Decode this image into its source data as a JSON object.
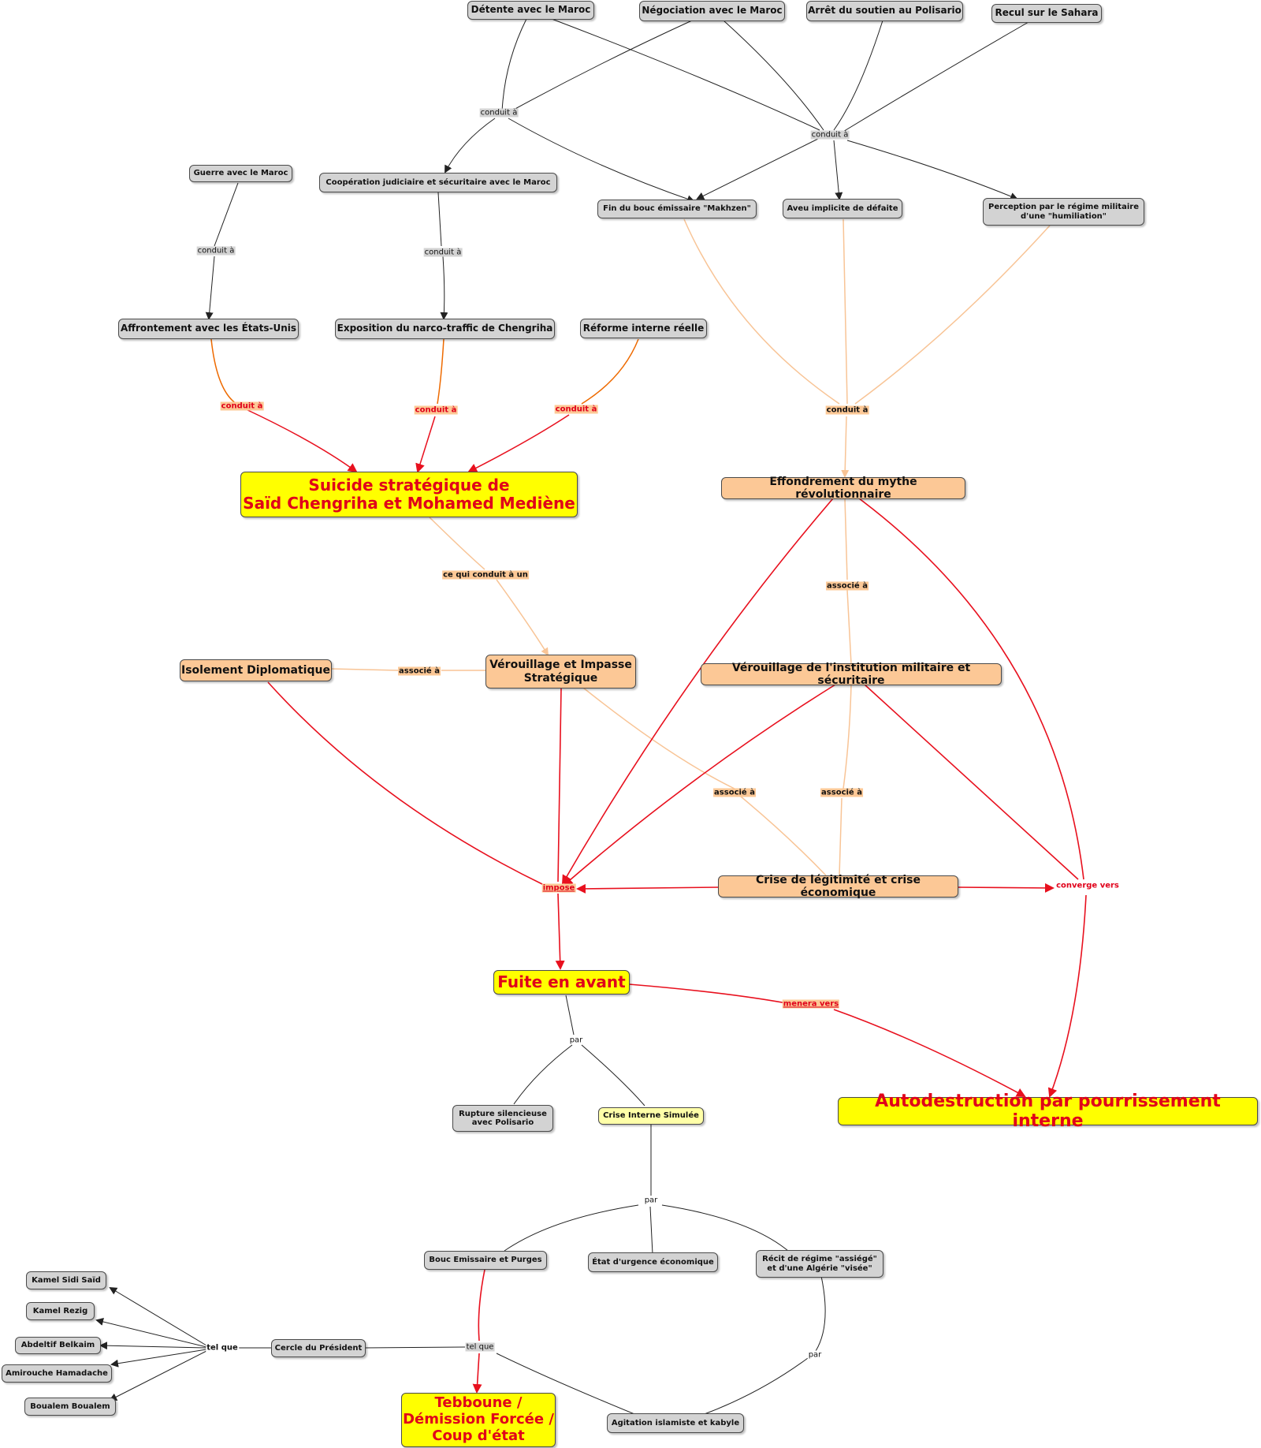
{
  "nodes": {
    "detente": "Détente avec le Maroc",
    "negociation": "Négociation avec le Maroc",
    "arret": "Arrêt du soutien au Polisario",
    "recul": "Recul sur le Sahara",
    "guerre": "Guerre avec le Maroc",
    "cooperation": "Coopération judiciaire et sécuritaire avec le Maroc",
    "fin_bouc": "Fin du bouc émissaire \"Makhzen\"",
    "aveu": "Aveu implicite de défaite",
    "perception": "Perception par le régime militaire\nd'une \"humiliation\"",
    "affrontement": "Affrontement avec les États-Unis",
    "exposition": "Exposition du narco-traffic de Chengriha",
    "reforme": "Réforme interne réelle",
    "suicide": "Suicide stratégique de\nSaïd Chengriha et Mohamed Mediène",
    "effondrement": "Effondrement du mythe révolutionnaire",
    "isolement": "Isolement Diplomatique",
    "verrouillage_impasse": "Vérouillage et Impasse\nStratégique",
    "verrouillage_institution": "Vérouillage de l'institution militaire et sécuritaire",
    "crise_legitimite": "Crise de légitimité et crise économique",
    "fuite": "Fuite en avant",
    "autodestruction": "Autodestruction par pourrissement interne",
    "rupture": "Rupture silencieuse\navec Polisario",
    "crise_simulee": "Crise Interne Simulée",
    "bouc_purges": "Bouc Emissaire et Purges",
    "etat_urgence": "État d'urgence économique",
    "recit": "Récit de régime \"assiégé\"\net d'une Algérie \"visée\"",
    "cercle": "Cercle du Président",
    "tebboune": "Tebboune /\nDémission Forcée /\nCoup d'état",
    "agitation": "Agitation islamiste et kabyle",
    "kamel_sidi": "Kamel Sidi Saïd",
    "kamel_rezig": "Kamel Rezig",
    "abdeltif": "Abdeltif Belkaim",
    "amirouche": "Amirouche Hamadache",
    "boualem": "Boualem Boualem"
  },
  "labels": {
    "conduit1": "conduit à",
    "conduit2": "conduit à",
    "conduit3": "conduit à",
    "conduit4": "conduit à",
    "conduit5": "conduit à",
    "conduit6": "conduit à",
    "conduit7": "conduit à",
    "conduit8": "conduit à",
    "ce_qui": "ce qui conduit à un",
    "associe1": "associé à",
    "associe2": "associé à",
    "associe3": "associé à",
    "associe4": "associé à",
    "impose": "impose",
    "converge": "converge vers",
    "menera": "menera vers",
    "par1": "par",
    "par2": "par",
    "par3": "par",
    "tel_que1": "tel que",
    "tel_que2": "tel que"
  },
  "colors": {
    "gray_node": "#d3d3d3",
    "peach_node": "#fcc896",
    "yellow_node": "#ffff00",
    "light_yellow_node": "#ffffa8",
    "red_edge": "#e8101e",
    "orange_edge": "#ee6a00",
    "peach_edge": "#f8c496",
    "black_edge": "#222222",
    "red_text": "#e0001a"
  }
}
